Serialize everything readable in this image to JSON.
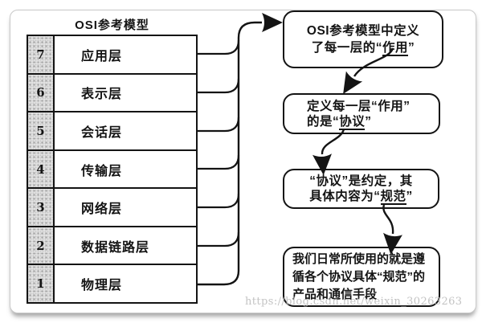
{
  "diagram": {
    "title": "OSI参考模型",
    "watermark": "https://blog.csdn.net/weixin_30263263",
    "colors": {
      "line": "#141414",
      "frame_border": "#c9c9c9",
      "number_cell_bg": "#e7e7e7",
      "watermark_text": "#bcbcbc"
    },
    "layers": [
      {
        "number": "7",
        "name": "应用层"
      },
      {
        "number": "6",
        "name": "表示层"
      },
      {
        "number": "5",
        "name": "会话层"
      },
      {
        "number": "4",
        "name": "传输层"
      },
      {
        "number": "3",
        "name": "网络层"
      },
      {
        "number": "2",
        "name": "数据链路层"
      },
      {
        "number": "1",
        "name": "物理层"
      }
    ],
    "notes": {
      "note1": {
        "line1": "OSI参考模型中定义",
        "line2_pre": "了每一层的“",
        "line2_underlined": "作用",
        "line2_post": "”"
      },
      "note2": {
        "line1": "定义每一层“作用”",
        "line2_pre": "的是“",
        "line2_underlined": "协议",
        "line2_post": "”"
      },
      "note3": {
        "line1": "“协议”是约定，其",
        "line2_pre": "具体内容为“",
        "line2_underlined": "规范",
        "line2_post": "”"
      },
      "note4": {
        "line1": "我们日常所使用的就是遵",
        "line2": "循各个协议具体“规范”的",
        "line3": "产品和通信手段"
      }
    }
  }
}
